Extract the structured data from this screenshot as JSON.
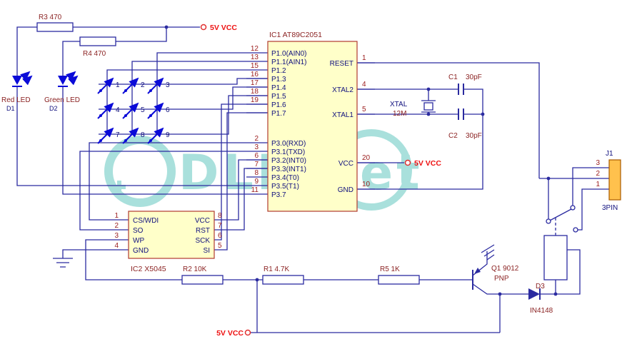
{
  "watermark": {
    "text": "DLE.Net"
  },
  "power": {
    "top": "5V VCC",
    "mid": "5V VCC",
    "bottom": "5V VCC"
  },
  "resistors": {
    "r3": "R3 470",
    "r4": "R4 470",
    "r2": "R2 10K",
    "r1": "R1 4.7K",
    "r5": "R5 1K"
  },
  "leds": {
    "d1_name": "Red LED",
    "d1_ref": "D1",
    "d2_name": "Green LED",
    "d2_ref": "D2"
  },
  "keypad": {
    "keys": [
      "1",
      "2",
      "3",
      "4",
      "5",
      "6",
      "7",
      "8",
      "9"
    ]
  },
  "ic1": {
    "title": "IC1  AT89C2051",
    "p1": [
      {
        "num": "12",
        "name": "P1.0(AIN0)"
      },
      {
        "num": "13",
        "name": "P1.1(AIN1)"
      },
      {
        "num": "15",
        "name": "P1.2"
      },
      {
        "num": "16",
        "name": "P1.3"
      },
      {
        "num": "17",
        "name": "P1.4"
      },
      {
        "num": "18",
        "name": "P1.5"
      },
      {
        "num": "19",
        "name": "P1.6"
      },
      {
        "num": "",
        "name": "P1.7"
      }
    ],
    "p3": [
      {
        "num": "2",
        "name": "P3.0(RXD)"
      },
      {
        "num": "3",
        "name": "P3.1(TXD)"
      },
      {
        "num": "6",
        "name": "P3.2(INT0)"
      },
      {
        "num": "7",
        "name": "P3.3(INT1)"
      },
      {
        "num": "8",
        "name": "P3.4(T0)"
      },
      {
        "num": "9",
        "name": "P3.5(T1)"
      },
      {
        "num": "11",
        "name": "P3.7"
      }
    ],
    "right": [
      {
        "num": "1",
        "name": "RESET"
      },
      {
        "num": "4",
        "name": "XTAL2"
      },
      {
        "num": "5",
        "name": "XTAL1"
      },
      {
        "num": "20",
        "name": "VCC"
      },
      {
        "num": "10",
        "name": "GND"
      }
    ]
  },
  "crystal": {
    "ref": "XTAL",
    "value": "12M"
  },
  "caps": {
    "c1_ref": "C1",
    "c1_val": "30pF",
    "c2_ref": "C2",
    "c2_val": "30pF"
  },
  "ic2": {
    "title": "IC2   X5045",
    "left": [
      {
        "num": "1",
        "name": "CS/WDI"
      },
      {
        "num": "2",
        "name": "SO"
      },
      {
        "num": "3",
        "name": "WP"
      },
      {
        "num": "4",
        "name": "GND"
      }
    ],
    "right": [
      {
        "num": "8",
        "name": "VCC"
      },
      {
        "num": "7",
        "name": "RST"
      },
      {
        "num": "6",
        "name": "SCK"
      },
      {
        "num": "5",
        "name": "SI"
      }
    ]
  },
  "transistor": {
    "ref": "Q1 9012",
    "type": "PNP"
  },
  "diode": {
    "ref": "D3",
    "part": "IN4148"
  },
  "connector": {
    "ref": "J1",
    "pins": [
      "3",
      "2",
      "1"
    ],
    "label": "3PIN"
  }
}
